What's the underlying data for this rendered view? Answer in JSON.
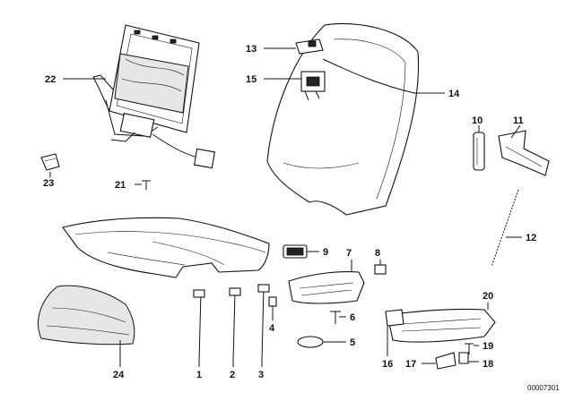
{
  "diagram": {
    "callouts": [
      {
        "id": "1",
        "label": "1"
      },
      {
        "id": "2",
        "label": "2"
      },
      {
        "id": "3",
        "label": "3"
      },
      {
        "id": "4",
        "label": "4"
      },
      {
        "id": "5",
        "label": "5"
      },
      {
        "id": "6",
        "label": "6"
      },
      {
        "id": "7",
        "label": "7"
      },
      {
        "id": "8",
        "label": "8"
      },
      {
        "id": "9",
        "label": "9"
      },
      {
        "id": "10",
        "label": "10"
      },
      {
        "id": "11",
        "label": "11"
      },
      {
        "id": "12",
        "label": "12"
      },
      {
        "id": "13",
        "label": "13"
      },
      {
        "id": "14",
        "label": "14"
      },
      {
        "id": "15",
        "label": "15"
      },
      {
        "id": "16",
        "label": "16"
      },
      {
        "id": "17",
        "label": "17"
      },
      {
        "id": "18",
        "label": "18"
      },
      {
        "id": "19",
        "label": "19"
      },
      {
        "id": "20",
        "label": "20"
      },
      {
        "id": "21",
        "label": "21"
      },
      {
        "id": "22",
        "label": "22"
      },
      {
        "id": "23",
        "label": "23"
      },
      {
        "id": "24",
        "label": "24"
      }
    ],
    "document_id": "00007301"
  }
}
